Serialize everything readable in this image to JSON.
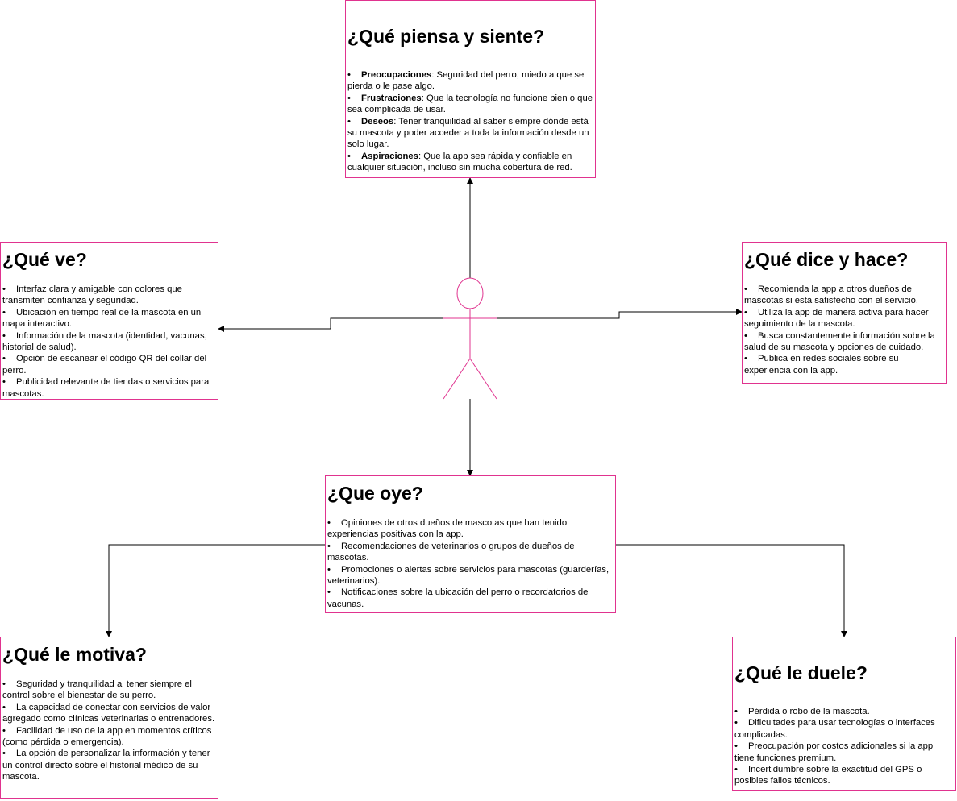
{
  "think": {
    "title": "¿Qué piensa y siente?",
    "items": [
      {
        "label": "Preocupaciones",
        "text": ": Seguridad del perro, miedo a que se pierda o le pase algo."
      },
      {
        "label": "Frustraciones",
        "text": ": Que la tecnología no funcione bien o que sea complicada de usar."
      },
      {
        "label": "Deseos",
        "text": ": Tener tranquilidad al saber siempre dónde está su mascota y poder acceder a toda la información desde un solo lugar."
      },
      {
        "label": "Aspiraciones",
        "text": ": Que la app sea rápida y confiable en cualquier situación, incluso sin mucha cobertura de red."
      }
    ]
  },
  "see": {
    "title": "¿Qué ve?",
    "items": [
      "Interfaz clara y amigable con colores que transmiten confianza y seguridad.",
      "Ubicación en tiempo real de la mascota en un mapa interactivo.",
      "Información de la mascota (identidad, vacunas, historial de salud).",
      "Opción de escanear el código QR del collar del perro.",
      "Publicidad relevante de tiendas o servicios para mascotas."
    ]
  },
  "say": {
    "title": "¿Qué dice y hace?",
    "items": [
      "Recomienda la app a otros dueños de mascotas si está satisfecho con el servicio.",
      "Utiliza la app de manera activa para hacer seguimiento de la mascota.",
      "Busca constantemente información sobre la salud de su mascota y opciones de cuidado.",
      "Publica en redes sociales sobre su experiencia con la app."
    ]
  },
  "hear": {
    "title": "¿Que oye?",
    "items": [
      "Opiniones de otros dueños de mascotas que han tenido experiencias positivas con la app.",
      "Recomendaciones de veterinarios o grupos de dueños de mascotas.",
      "Promociones o alertas sobre servicios para mascotas (guarderías, veterinarios).",
      "Notificaciones sobre la ubicación del perro o recordatorios de vacunas."
    ]
  },
  "motivate": {
    "title": "¿Qué le motiva?",
    "items": [
      "Seguridad y tranquilidad al tener siempre el control sobre el bienestar de su perro.",
      "La capacidad de conectar con servicios de valor agregado como clínicas veterinarias o entrenadores.",
      "Facilidad de uso de la app en momentos críticos (como pérdida o emergencia).",
      "La opción de personalizar la información y tener un control directo sobre el historial médico de su mascota."
    ]
  },
  "pain": {
    "title": "¿Qué le duele?",
    "items": [
      "Pérdida o robo de la mascota.",
      "Dificultades para usar tecnologías o interfaces complicadas.",
      "Preocupación por costos adicionales si la app tiene funciones premium.",
      "Incertidumbre sobre la exactitud del GPS o posibles fallos técnicos."
    ]
  },
  "colors": {
    "box_border": "#e0338f",
    "actor": "#e0338f",
    "connector": "#000000"
  },
  "icons": {
    "bullet": "•",
    "actor": "person-stick-figure-icon"
  }
}
